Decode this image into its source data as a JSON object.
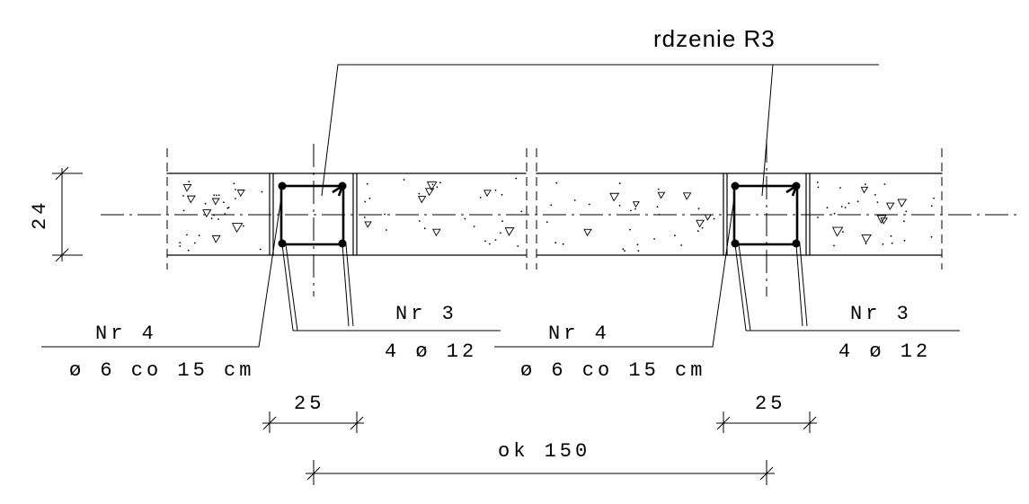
{
  "title": "rdzenie  R3",
  "labels": {
    "rebar_main_left": "Nr 3",
    "rebar_main_left_qty": "4 ø 12",
    "rebar_main_right": "Nr 3",
    "rebar_main_right_qty": "4 ø 12",
    "stirrup_left": "Nr 4",
    "stirrup_left_spec": "ø 6 co 15 cm",
    "stirrup_right": "Nr 4",
    "stirrup_right_spec": "ø 6 co 15 cm"
  },
  "dimensions": {
    "wall_thickness": "24",
    "core_width_left": "25",
    "core_width_right": "25",
    "core_spacing": "ok 150"
  }
}
